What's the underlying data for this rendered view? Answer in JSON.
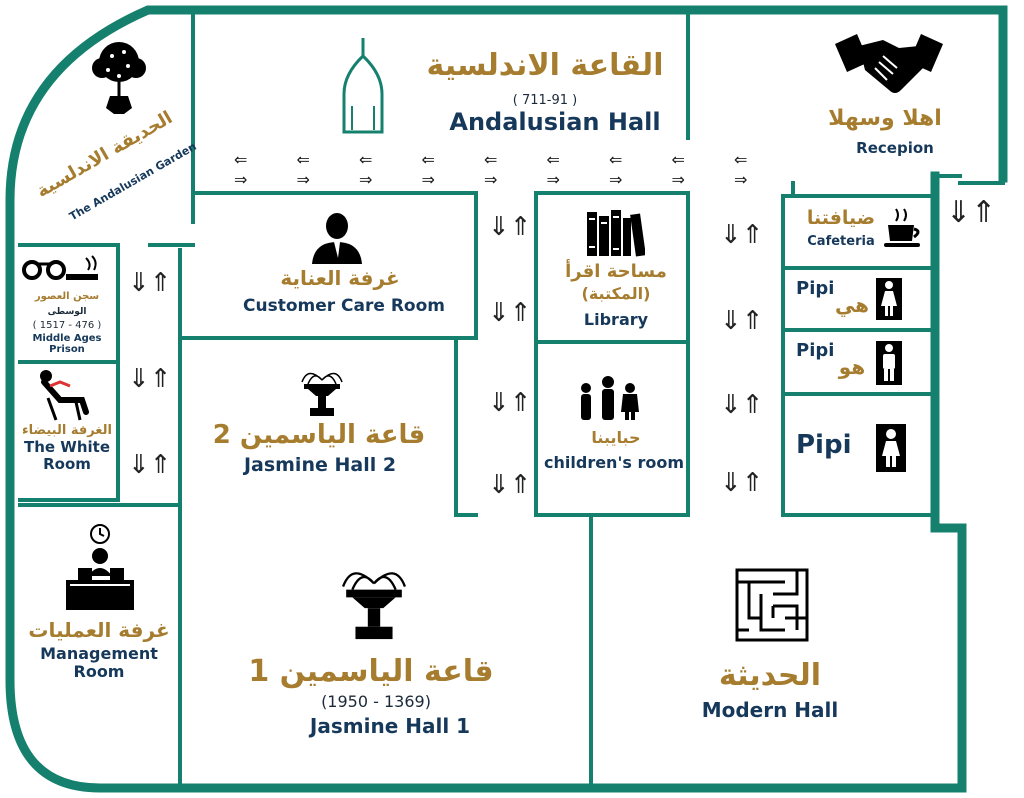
{
  "colors": {
    "wall": "#16806e",
    "arabic_text": "#a67c2e",
    "english_text": "#16385a"
  },
  "rooms": {
    "andalusian_hall": {
      "ar": "القاعة الاندلسية",
      "years": "( 711-91 )",
      "en": "Andalusian Hall",
      "icon": "arch-icon"
    },
    "reception": {
      "ar": "اهلا وسهلا",
      "en": "Recepion",
      "icon": "handshake-icon"
    },
    "garden": {
      "ar": "الحديقة الاندلسية",
      "en": "The Andalusian Garden",
      "icon": "tree-icon"
    },
    "prison": {
      "ar": "سجن العصور",
      "ar2": "الوسطى",
      "years": "( 1517 - 476 )",
      "en1": "Middle Ages",
      "en2": "Prison",
      "icon": "handcuffs-icon"
    },
    "white_room": {
      "ar": "الغرفة البيضاء",
      "en1": "The White",
      "en2": "Room",
      "icon": "lounge-chair-icon"
    },
    "management": {
      "ar": "غرفة العمليات",
      "en1": "Management",
      "en2": "Room",
      "icon": "office-desk-icon"
    },
    "customer_care": {
      "ar": "غرفة العناية",
      "en": "Customer Care Room",
      "icon": "person-icon"
    },
    "jasmine2": {
      "ar": "قاعة الياسمين 2",
      "en": "Jasmine Hall 2",
      "icon": "fountain-icon"
    },
    "jasmine1": {
      "ar": "قاعة الياسمين 1",
      "years": "(1950 - 1369)",
      "en": "Jasmine Hall 1",
      "icon": "fountain-icon"
    },
    "library": {
      "ar": "مساحة اقرأ",
      "ar2": "(المكتبة)",
      "en": "Library",
      "icon": "books-icon"
    },
    "children": {
      "ar": "حبايبنا",
      "en": "children's room",
      "icon": "family-icon"
    },
    "cafeteria": {
      "ar": "ضيافتنا",
      "en": "Cafeteria",
      "icon": "coffee-cup-icon"
    },
    "wc_women": {
      "en": "Pipi",
      "ar": "هي",
      "icon": "woman-icon"
    },
    "wc_men": {
      "en": "Pipi",
      "ar": "هو",
      "icon": "man-icon"
    },
    "wc_kids": {
      "en": "Pipi",
      "icon": "child-icon"
    },
    "modern_hall": {
      "ar": "الحديثة",
      "en": "Modern Hall",
      "icon": "maze-icon"
    }
  },
  "arrows": {
    "horizontal": "⇐\n⇒",
    "vertical": "⇓⇑"
  }
}
